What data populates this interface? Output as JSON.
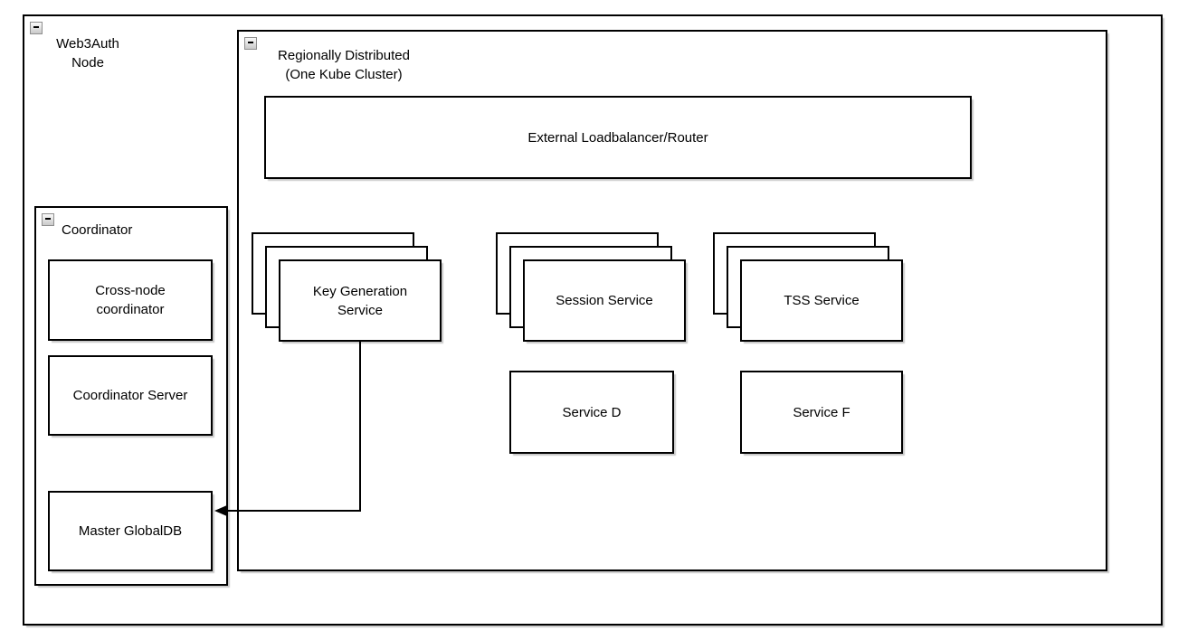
{
  "diagram": {
    "containers": {
      "web3auth_node": {
        "label": "Web3Auth\nNode",
        "collapse_icon": "minus"
      },
      "regionally_distributed": {
        "label": "Regionally Distributed\n(One Kube Cluster)",
        "collapse_icon": "minus"
      },
      "coordinator": {
        "label": "Coordinator",
        "collapse_icon": "minus"
      }
    },
    "nodes": {
      "external_loadbalancer": {
        "label": "External Loadbalancer/Router",
        "stacked": false
      },
      "key_generation_service": {
        "label": "Key Generation\nService",
        "stacked": true,
        "stack_count": 3
      },
      "session_service": {
        "label": "Session Service",
        "stacked": true,
        "stack_count": 3
      },
      "tss_service": {
        "label": "TSS Service",
        "stacked": true,
        "stack_count": 3
      },
      "service_d": {
        "label": "Service D",
        "stacked": false
      },
      "service_f": {
        "label": "Service F",
        "stacked": false
      },
      "cross_node_coordinator": {
        "label": "Cross-node\ncoordinator",
        "stacked": false
      },
      "coordinator_server": {
        "label": "Coordinator Server",
        "stacked": false
      },
      "master_globaldb": {
        "label": "Master GlobalDB",
        "stacked": false
      }
    },
    "edges": [
      {
        "from": "key_generation_service",
        "to": "master_globaldb",
        "style": "orthogonal",
        "arrowhead": "filled-triangle-left"
      }
    ],
    "colors": {
      "stroke": "#000000",
      "fill": "#ffffff",
      "shadow": "#c9c9c9",
      "collapse_btn_border": "#8f8f8f"
    }
  }
}
